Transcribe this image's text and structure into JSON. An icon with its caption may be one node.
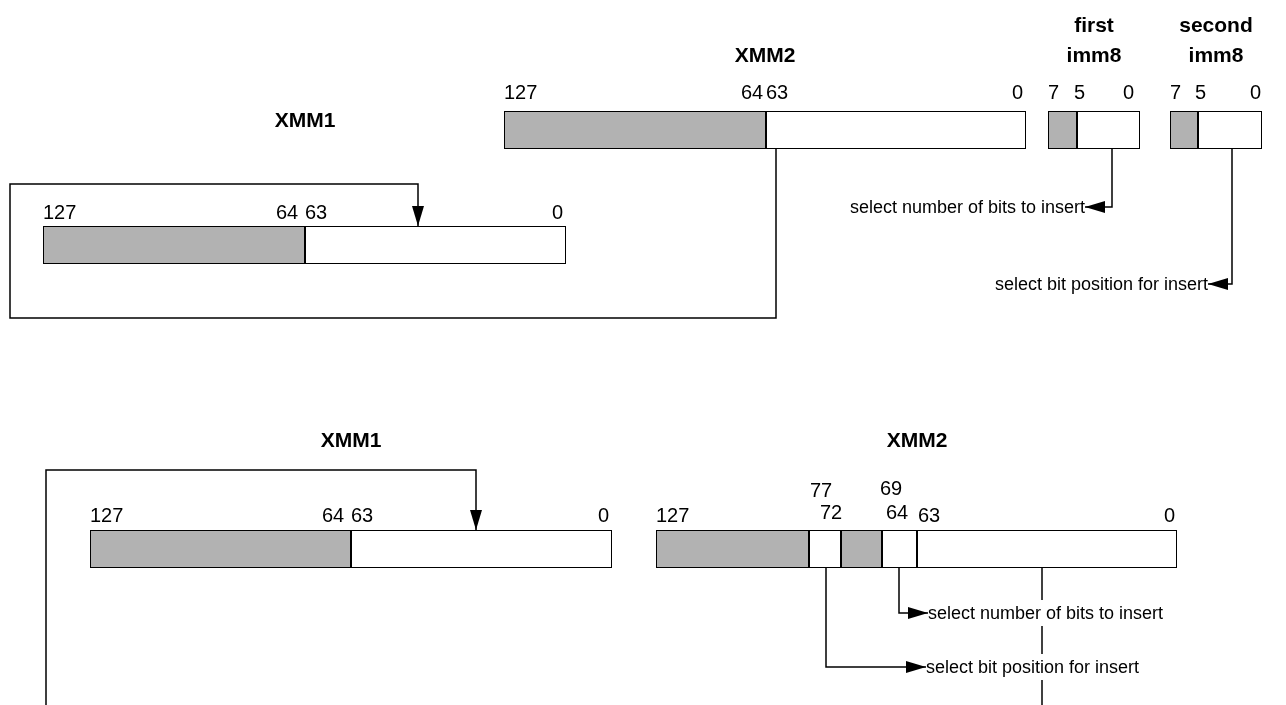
{
  "diagram": {
    "nodes": [
      {
        "text": [
          "XMM2"
        ]
      },
      {
        "text": [],
        "shape": "box",
        "in": 0
      },
      {
        "text": [],
        "shape": "box",
        "in": 0
      },
      {
        "text": [
          "first imm8"
        ]
      },
      {
        "text": [],
        "shape": "box",
        "in": 3
      },
      {
        "text": [],
        "shape": "box",
        "in": 3
      },
      {
        "text": [
          "second imm8"
        ]
      },
      {
        "text": [],
        "shape": "box",
        "in": 6
      },
      {
        "text": [],
        "shape": "box",
        "in": 6
      },
      {
        "text": [
          "XMM1"
        ]
      },
      {
        "text": [],
        "shape": "box",
        "in": 9
      },
      {
        "text": [],
        "shape": "box",
        "in": 9
      },
      {
        "text": [
          "select number of bits to insert"
        ]
      },
      {
        "text": [
          "select bit position for insert"
        ]
      },
      {
        "text": [
          "XMM1"
        ]
      },
      {
        "text": [],
        "shape": "box",
        "in": 14
      },
      {
        "text": [],
        "shape": "box",
        "in": 14
      },
      {
        "text": [
          "XMM2"
        ]
      },
      {
        "text": [],
        "shape": "box",
        "in": 17
      },
      {
        "text": [],
        "shape": "box",
        "in": 17
      },
      {
        "text": [],
        "shape": "box",
        "in": 17
      },
      {
        "text": [],
        "shape": "box",
        "in": 17
      },
      {
        "text": [],
        "shape": "box",
        "in": 17
      },
      {
        "text": [
          "select number of bits to insert"
        ]
      },
      {
        "text": [
          "select bit position for insert"
        ]
      }
    ],
    "edges": [
      {
        "from": 2,
        "to": 11,
        "arrow": "to"
      },
      {
        "from": 5,
        "to": 12,
        "arrow": "to"
      },
      {
        "from": 8,
        "to": 13,
        "arrow": "to"
      },
      {
        "from": null,
        "to": 16,
        "arrow": "to"
      },
      {
        "from": 22,
        "to": null,
        "arrow": "none"
      },
      {
        "from": 21,
        "to": 23,
        "arrow": "to"
      },
      {
        "from": 19,
        "to": 24,
        "arrow": "to"
      }
    ],
    "labels": [
      "127",
      "64",
      "63",
      "0",
      "7",
      "5",
      "0",
      "7",
      "5",
      "0",
      "127",
      "64",
      "63",
      "0",
      "127",
      "64",
      "63",
      "0",
      "77",
      "69",
      "127",
      "72",
      "64",
      "63",
      "0"
    ]
  }
}
